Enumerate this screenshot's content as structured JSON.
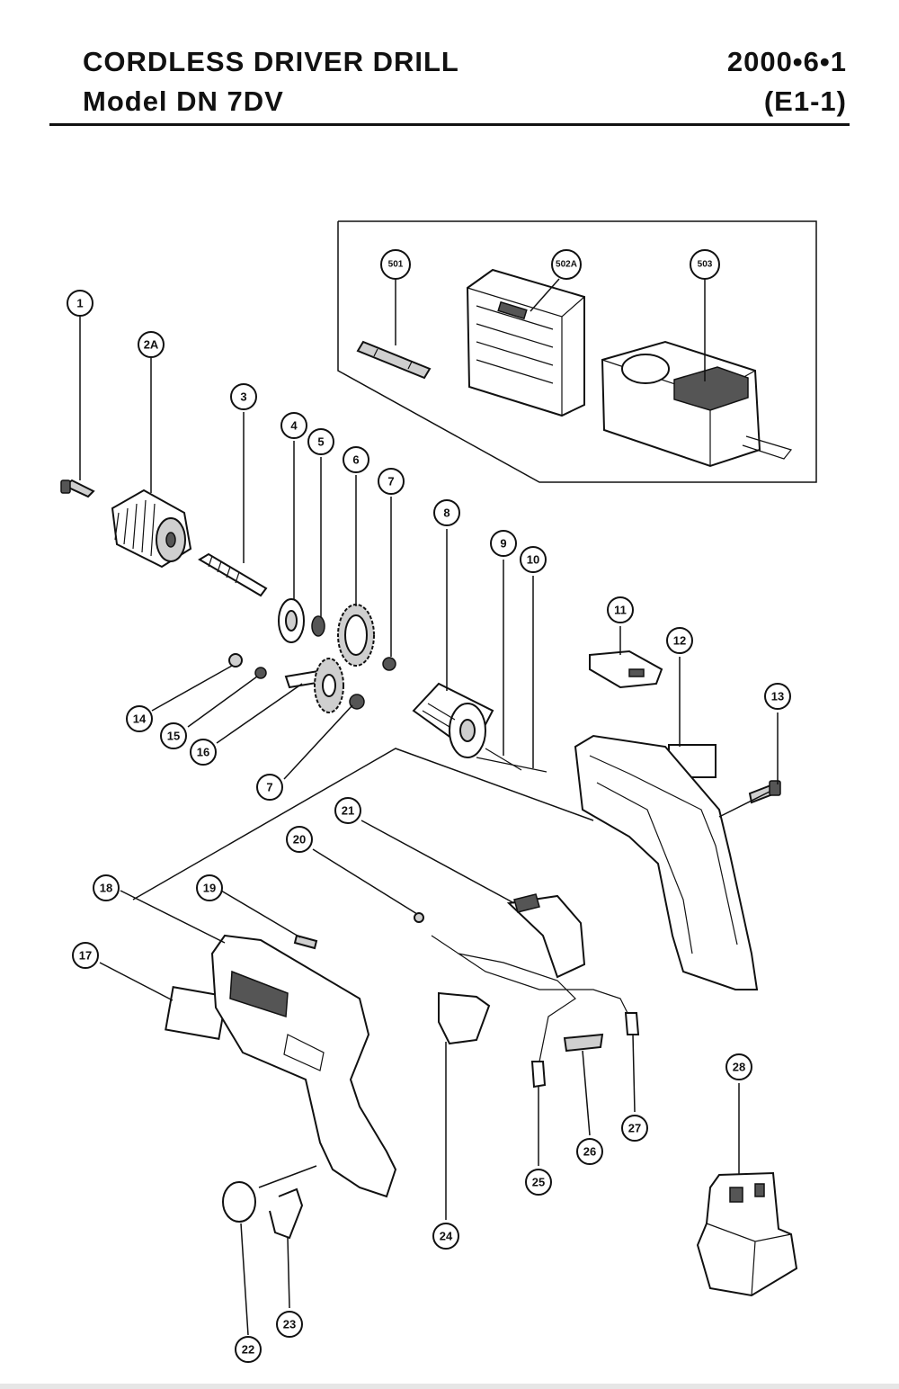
{
  "header": {
    "title": "CORDLESS DRIVER DRILL",
    "model": "Model  DN  7DV",
    "date": "2000•6•1",
    "page_code": "(E1-1)"
  },
  "callouts": [
    {
      "id": "c1",
      "label": "1"
    },
    {
      "id": "c2A",
      "label": "2A"
    },
    {
      "id": "c3",
      "label": "3"
    },
    {
      "id": "c4",
      "label": "4"
    },
    {
      "id": "c5",
      "label": "5"
    },
    {
      "id": "c6",
      "label": "6"
    },
    {
      "id": "c7a",
      "label": "7"
    },
    {
      "id": "c8",
      "label": "8"
    },
    {
      "id": "c9",
      "label": "9"
    },
    {
      "id": "c10",
      "label": "10"
    },
    {
      "id": "c11",
      "label": "11"
    },
    {
      "id": "c12",
      "label": "12"
    },
    {
      "id": "c13",
      "label": "13"
    },
    {
      "id": "c14",
      "label": "14"
    },
    {
      "id": "c15",
      "label": "15"
    },
    {
      "id": "c16",
      "label": "16"
    },
    {
      "id": "c7b",
      "label": "7"
    },
    {
      "id": "c17",
      "label": "17"
    },
    {
      "id": "c18",
      "label": "18"
    },
    {
      "id": "c19",
      "label": "19"
    },
    {
      "id": "c20",
      "label": "20"
    },
    {
      "id": "c21",
      "label": "21"
    },
    {
      "id": "c22",
      "label": "22"
    },
    {
      "id": "c23",
      "label": "23"
    },
    {
      "id": "c24",
      "label": "24"
    },
    {
      "id": "c25",
      "label": "25"
    },
    {
      "id": "c26",
      "label": "26"
    },
    {
      "id": "c27",
      "label": "27"
    },
    {
      "id": "c28",
      "label": "28"
    },
    {
      "id": "c501",
      "label": "501"
    },
    {
      "id": "c502A",
      "label": "502A"
    },
    {
      "id": "c503",
      "label": "503"
    }
  ]
}
